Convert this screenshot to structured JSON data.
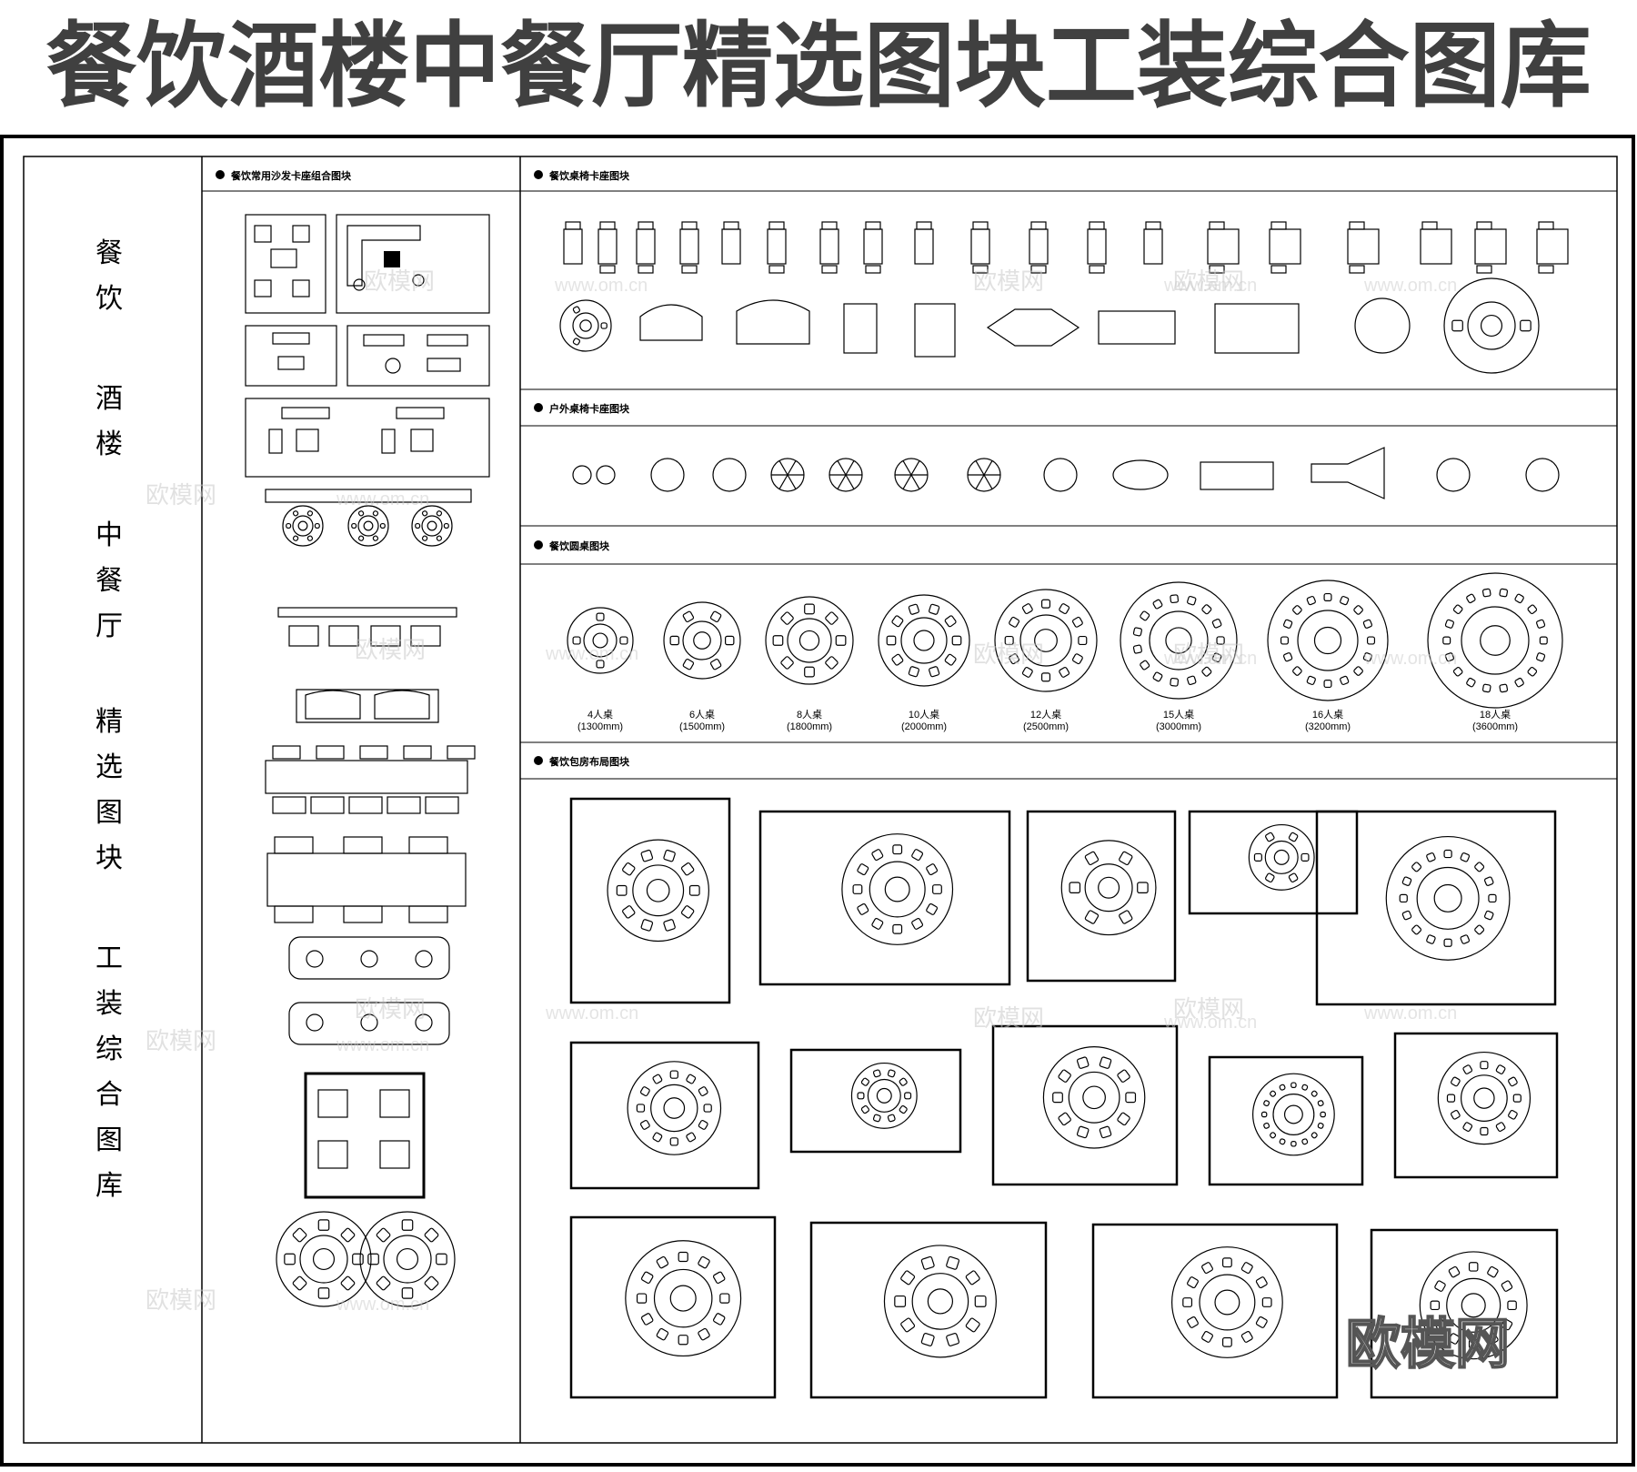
{
  "banner": {
    "title": "餐饮酒楼中餐厅精选图块工装综合图库"
  },
  "vertical_title": [
    "餐",
    "饮",
    "酒",
    "楼",
    "中",
    "餐",
    "厅",
    "精",
    "选",
    "图",
    "块",
    "工",
    "装",
    "综",
    "合",
    "图",
    "库"
  ],
  "sections": {
    "sofa": "餐饮常用沙发卡座组合图块",
    "tables": "餐饮桌椅卡座图块",
    "outdoor": "户外桌椅卡座图块",
    "round": "餐饮圆桌图块",
    "private_rooms": "餐饮包房布局图块"
  },
  "round_tables": [
    {
      "people": "4人桌",
      "size": "(1300mm)",
      "seats": 4
    },
    {
      "people": "6人桌",
      "size": "(1500mm)",
      "seats": 6
    },
    {
      "people": "8人桌",
      "size": "(1800mm)",
      "seats": 8
    },
    {
      "people": "10人桌",
      "size": "(2000mm)",
      "seats": 10
    },
    {
      "people": "12人桌",
      "size": "(2500mm)",
      "seats": 12
    },
    {
      "people": "15人桌",
      "size": "(3000mm)",
      "seats": 15
    },
    {
      "people": "16人桌",
      "size": "(3200mm)",
      "seats": 16
    },
    {
      "people": "18人桌",
      "size": "(3600mm)",
      "seats": 18
    }
  ],
  "watermark": {
    "text": "欧模网",
    "url": "www.om.cn",
    "logo": "欧模网"
  },
  "colors": {
    "title": "#404040",
    "line": "#000000",
    "watermark": "#c9c9c9"
  }
}
